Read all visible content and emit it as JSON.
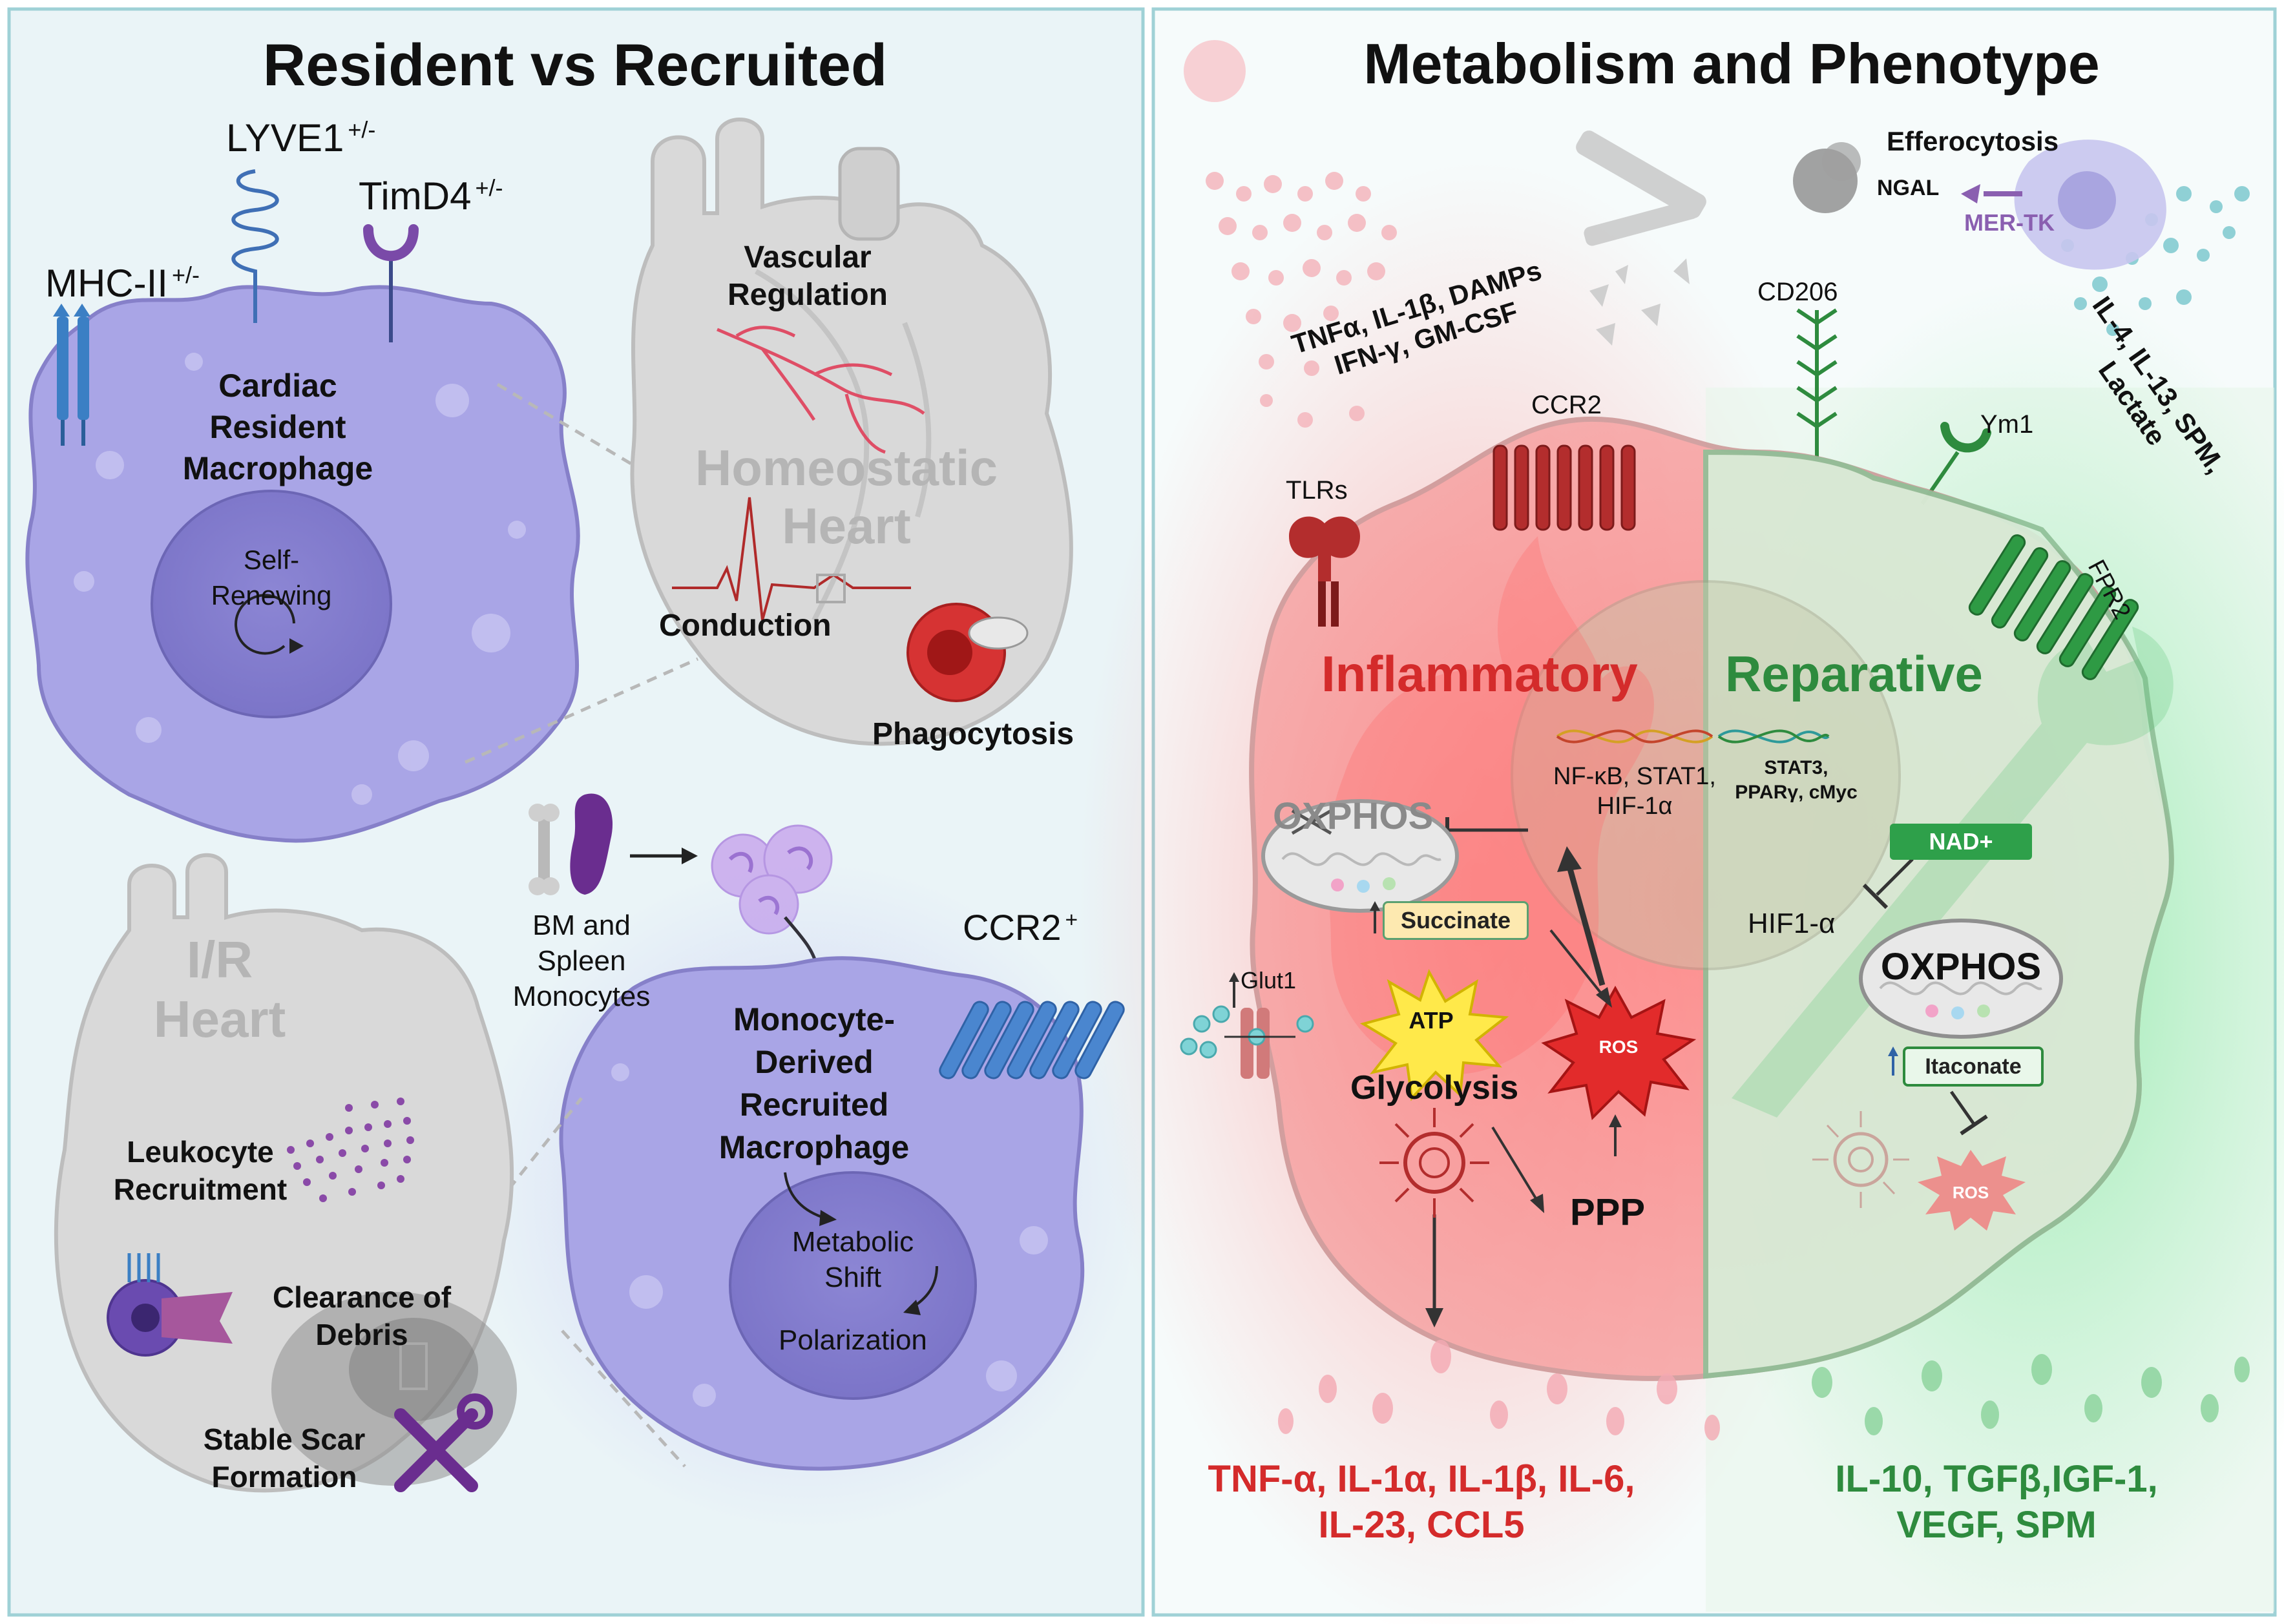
{
  "left_panel": {
    "title": "Resident vs Recruited",
    "receptors": {
      "mhc": "MHC-II",
      "mhc_sup": "+/-",
      "lyve": "LYVE1",
      "lyve_sup": "+/-",
      "timd": "TimD4",
      "timd_sup": "+/-"
    },
    "resident_macrophage": {
      "name_lines": [
        "Cardiac",
        "Resident",
        "Macrophage"
      ],
      "nucleus_lines": [
        "Self-",
        "Renewing"
      ]
    },
    "homeostatic_heart": {
      "title_lines": [
        "Homeostatic",
        "Heart"
      ],
      "vascular_lines": [
        "Vascular",
        "Regulation"
      ],
      "conduction": "Conduction",
      "phagocytosis": "Phagocytosis"
    },
    "ir_heart": {
      "title_lines": [
        "I/R",
        "Heart"
      ],
      "leukocyte_lines": [
        "Leukocyte",
        "Recruitment"
      ],
      "clearance_lines": [
        "Clearance of",
        "Debris"
      ],
      "scar_lines": [
        "Stable Scar",
        "Formation"
      ]
    },
    "monocytes_lines": [
      "BM and",
      "Spleen",
      "Monocytes"
    ],
    "ccr2_plus": "CCR2",
    "ccr2_plus_sup": "+",
    "recruited_macrophage": {
      "name_lines": [
        "Monocyte-",
        "Derived",
        "Recruited",
        "Macrophage"
      ],
      "nucleus_lines": [
        "Metabolic",
        "Shift"
      ],
      "polarization": "Polarization"
    }
  },
  "right_panel": {
    "title": "Metabolism and Phenotype",
    "inflammatory": {
      "label": "Inflammatory",
      "stimuli_lines": [
        "TNFα, IL-1β, DAMPs",
        "IFN-γ, GM-CSF"
      ],
      "ccr2": "CCR2",
      "tlrs": "TLRs",
      "tf_lines": [
        "NF-κB, STAT1,",
        "HIF-1α"
      ],
      "oxphos": "OXPHOS",
      "succinate": "Succinate",
      "glut1": "Glut1",
      "atp": "ATP",
      "glycolysis": "Glycolysis",
      "ros": "ROS",
      "ppp": "PPP",
      "cytokines_lines": [
        "TNF-α, IL-1α, IL-1β, IL-6,",
        "IL-23, CCL5"
      ],
      "color": "#d42b2b"
    },
    "reparative": {
      "label": "Reparative",
      "efferocytosis": "Efferocytosis",
      "ngal": "NGAL",
      "mertk": "MER-TK",
      "cd206": "CD206",
      "ym1": "Ym1",
      "fpr2": "FPR2",
      "stimuli_lines": [
        "IL-4, IL-13, SPM,",
        "Lactate"
      ],
      "tf_lines": [
        "STAT3,",
        "PPARγ, cMyc"
      ],
      "nad": "NAD+",
      "hif": "HIF1-α",
      "oxphos": "OXPHOS",
      "itaconate": "Itaconate",
      "ros": "ROS",
      "cytokines_lines": [
        "IL-10, TGFβ,IGF-1,",
        "VEGF, SPM"
      ],
      "color": "#2e8b3e"
    }
  },
  "colors": {
    "panel_border": "#9fd1d6",
    "macrophage_fill": "#a9a5e6",
    "macrophage_edge": "#8680c9",
    "inflammatory_red": "#d42b2b",
    "reparative_green": "#2e8b3e"
  }
}
